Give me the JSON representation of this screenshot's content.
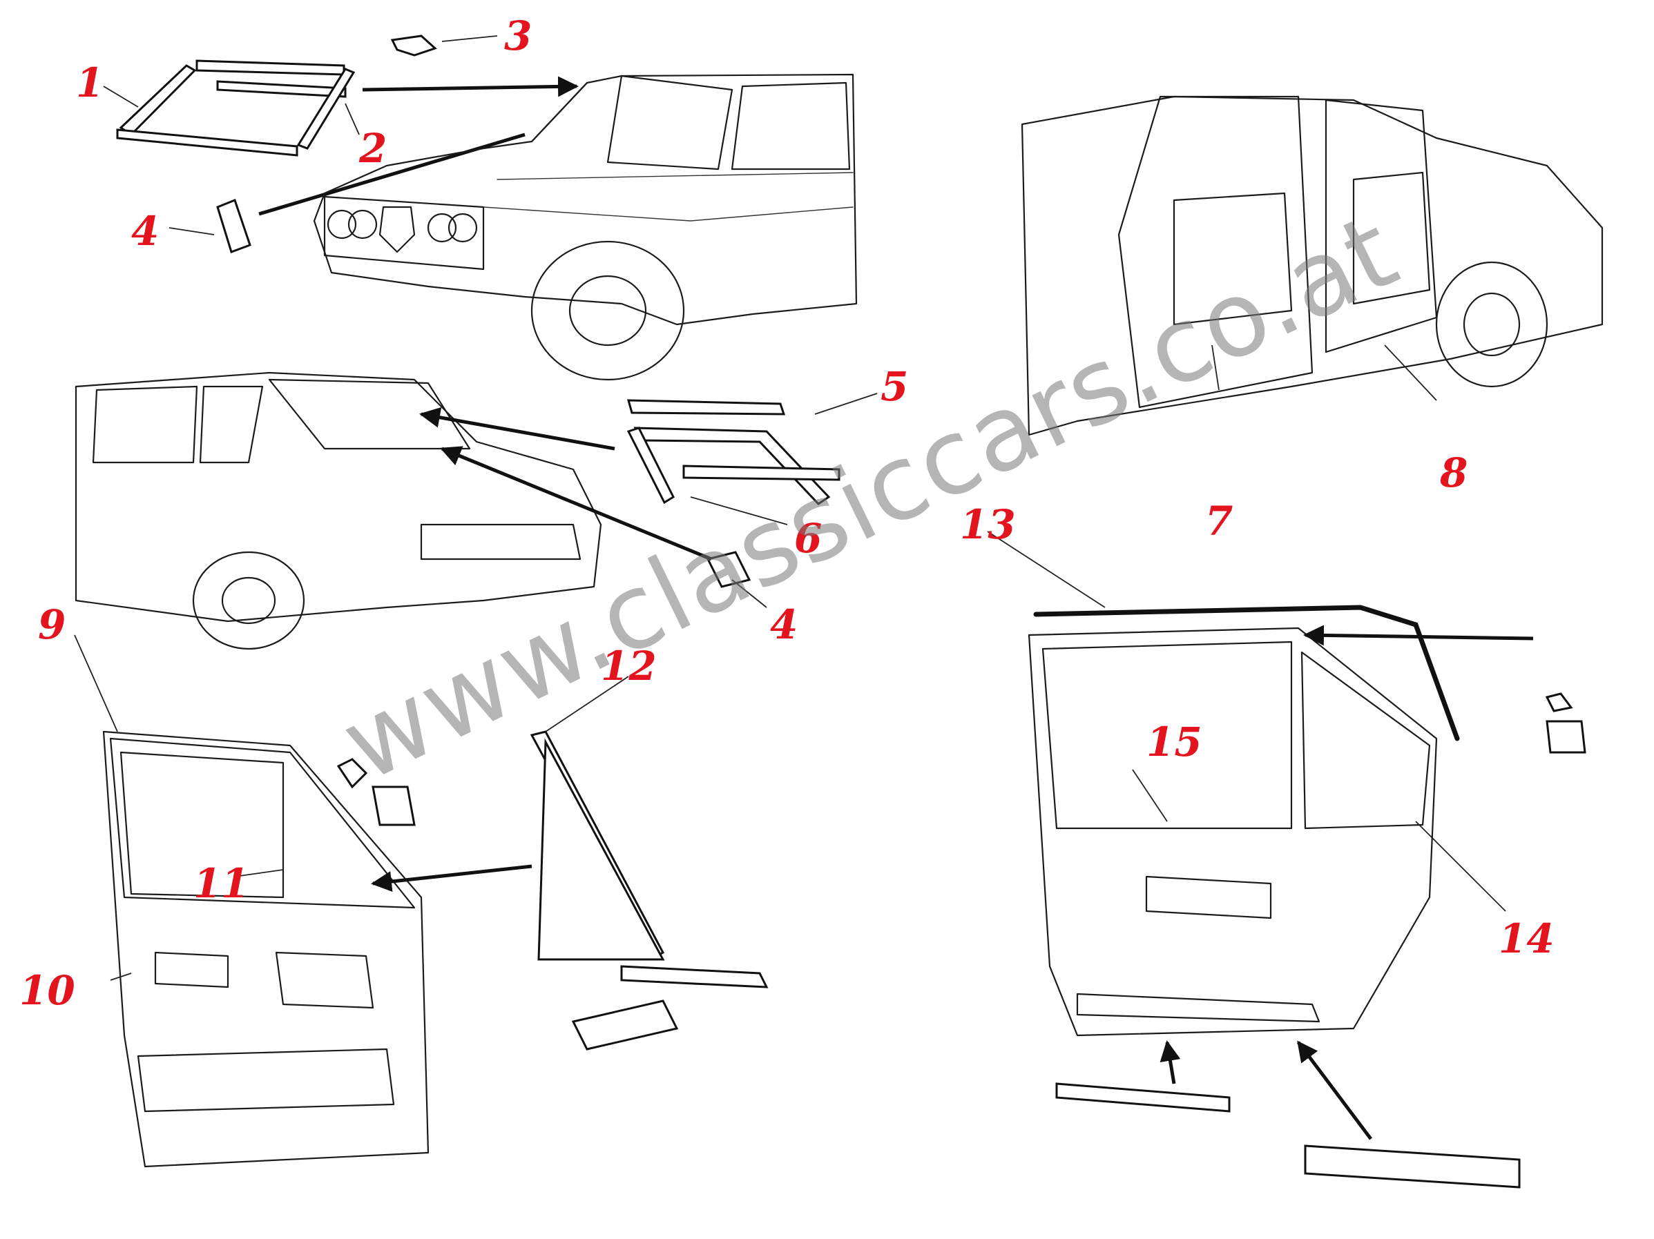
{
  "watermark": {
    "text": "www.classiccars.co.at",
    "color": "#7a7a7a"
  },
  "callout_color": "#e3141d",
  "callouts": [
    {
      "id": "1",
      "label": "1"
    },
    {
      "id": "2",
      "label": "2"
    },
    {
      "id": "3",
      "label": "3"
    },
    {
      "id": "4a",
      "label": "4"
    },
    {
      "id": "5",
      "label": "5"
    },
    {
      "id": "6",
      "label": "6"
    },
    {
      "id": "4b",
      "label": "4"
    },
    {
      "id": "7",
      "label": "7"
    },
    {
      "id": "8",
      "label": "8"
    },
    {
      "id": "9",
      "label": "9"
    },
    {
      "id": "10",
      "label": "10"
    },
    {
      "id": "11",
      "label": "11"
    },
    {
      "id": "12",
      "label": "12"
    },
    {
      "id": "13",
      "label": "13"
    },
    {
      "id": "14",
      "label": "14"
    },
    {
      "id": "15",
      "label": "15"
    }
  ]
}
